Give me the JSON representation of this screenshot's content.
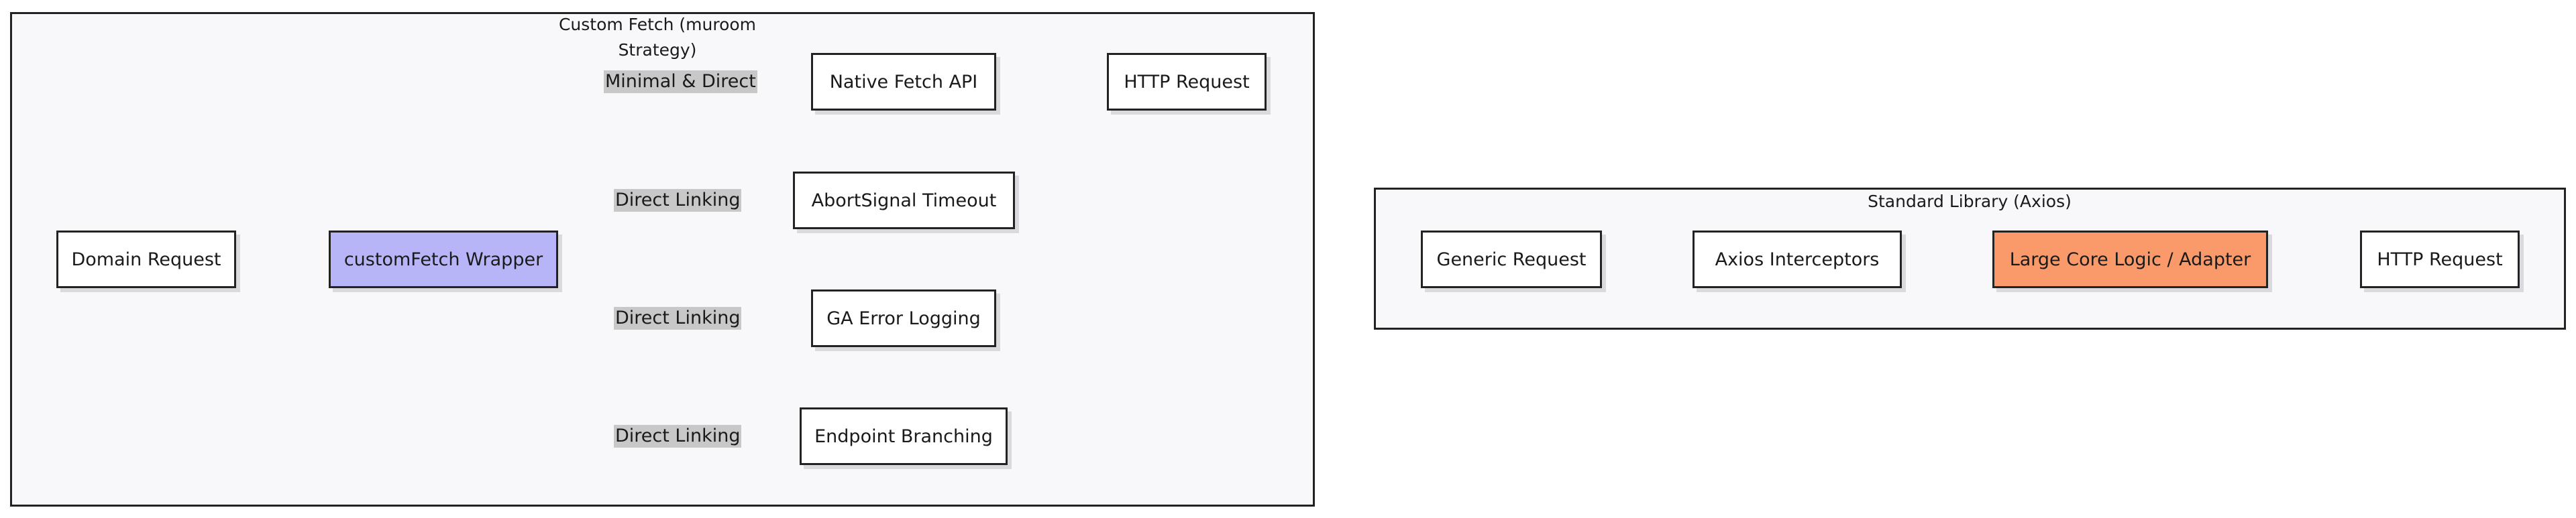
{
  "clusters": {
    "custom_fetch": {
      "title": "Custom Fetch (muroom Strategy)",
      "title_line1": "Custom Fetch (muroom",
      "title_line2": "Strategy)"
    },
    "standard_library": {
      "title": "Standard Library (Axios)"
    }
  },
  "nodes": {
    "domain_request": "Domain Request",
    "custom_fetch_wrapper": "customFetch Wrapper",
    "native_fetch_api": "Native Fetch API",
    "http_request_custom": "HTTP Request",
    "abortsignal_timeout": "AbortSignal Timeout",
    "ga_error_logging": "GA Error Logging",
    "endpoint_branching": "Endpoint Branching",
    "generic_request": "Generic Request",
    "axios_interceptors": "Axios Interceptors",
    "large_core_logic": "Large Core Logic / Adapter",
    "http_request_axios": "HTTP Request"
  },
  "edge_labels": {
    "minimal_direct": "Minimal & Direct",
    "direct_linking_1": "Direct Linking",
    "direct_linking_2": "Direct Linking",
    "direct_linking_3": "Direct Linking"
  },
  "colors": {
    "wrapper_fill": "#b7b5f7",
    "adapter_fill": "#fa9a6a",
    "cluster_fill": "#f8f8fb",
    "edge_label_bg": "#c8c8c8",
    "stroke": "#111111"
  }
}
